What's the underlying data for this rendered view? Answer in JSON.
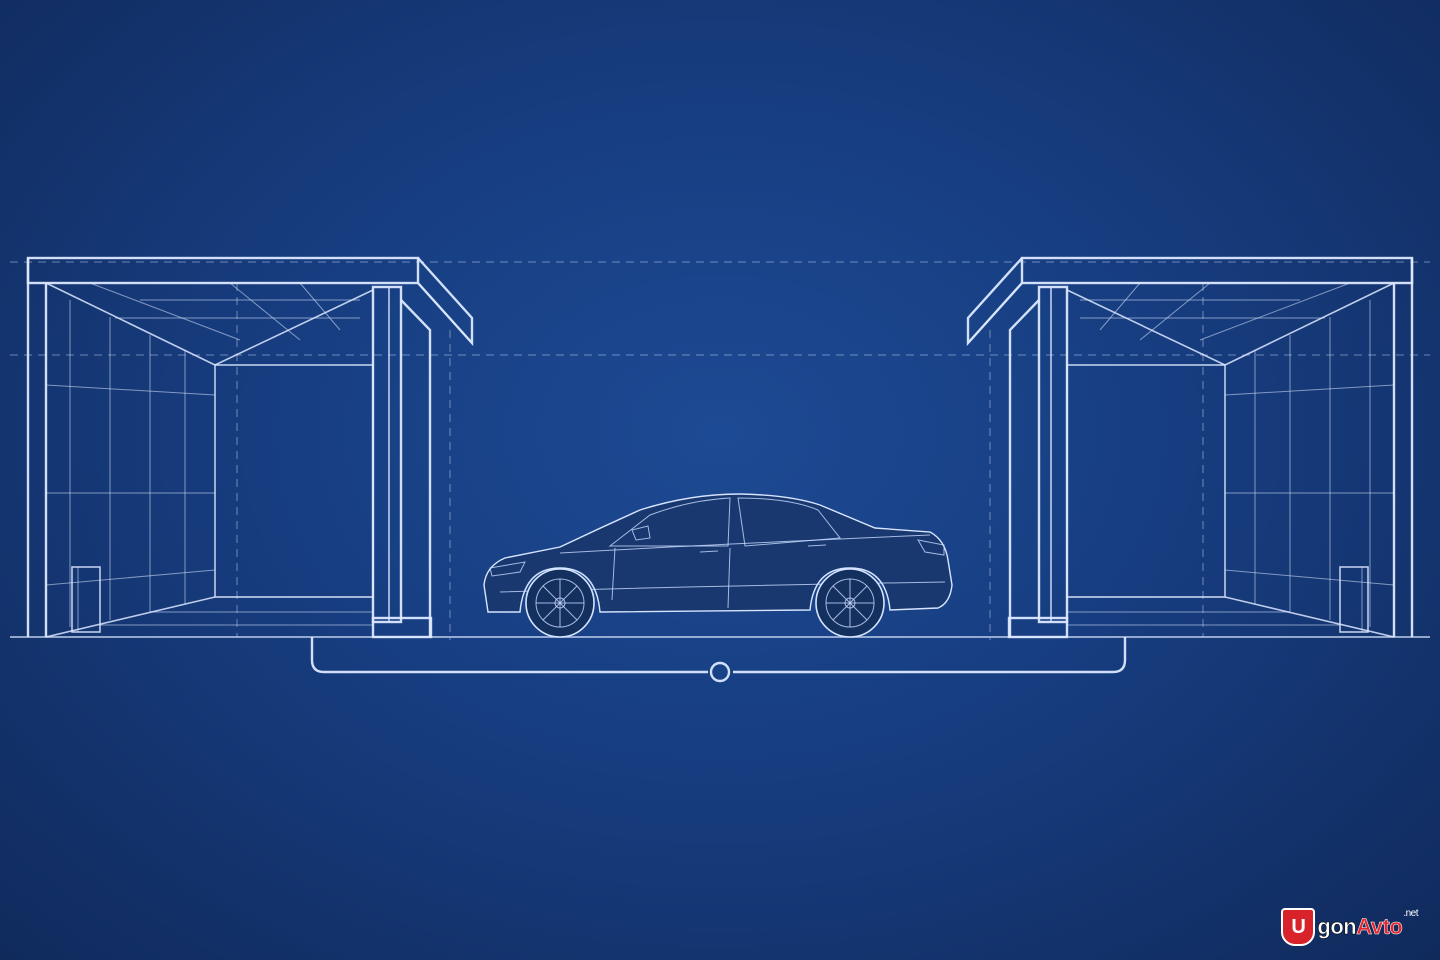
{
  "watermark": {
    "letter": "U",
    "part1": "gon",
    "part2": "Avto",
    "suffix": ".net"
  },
  "colors": {
    "background": "#173d80",
    "line": "#dce8ff",
    "watermark_red": "#d8232a"
  },
  "icons": [
    "garage-left",
    "garage-right",
    "sedan-car",
    "connector-path"
  ]
}
